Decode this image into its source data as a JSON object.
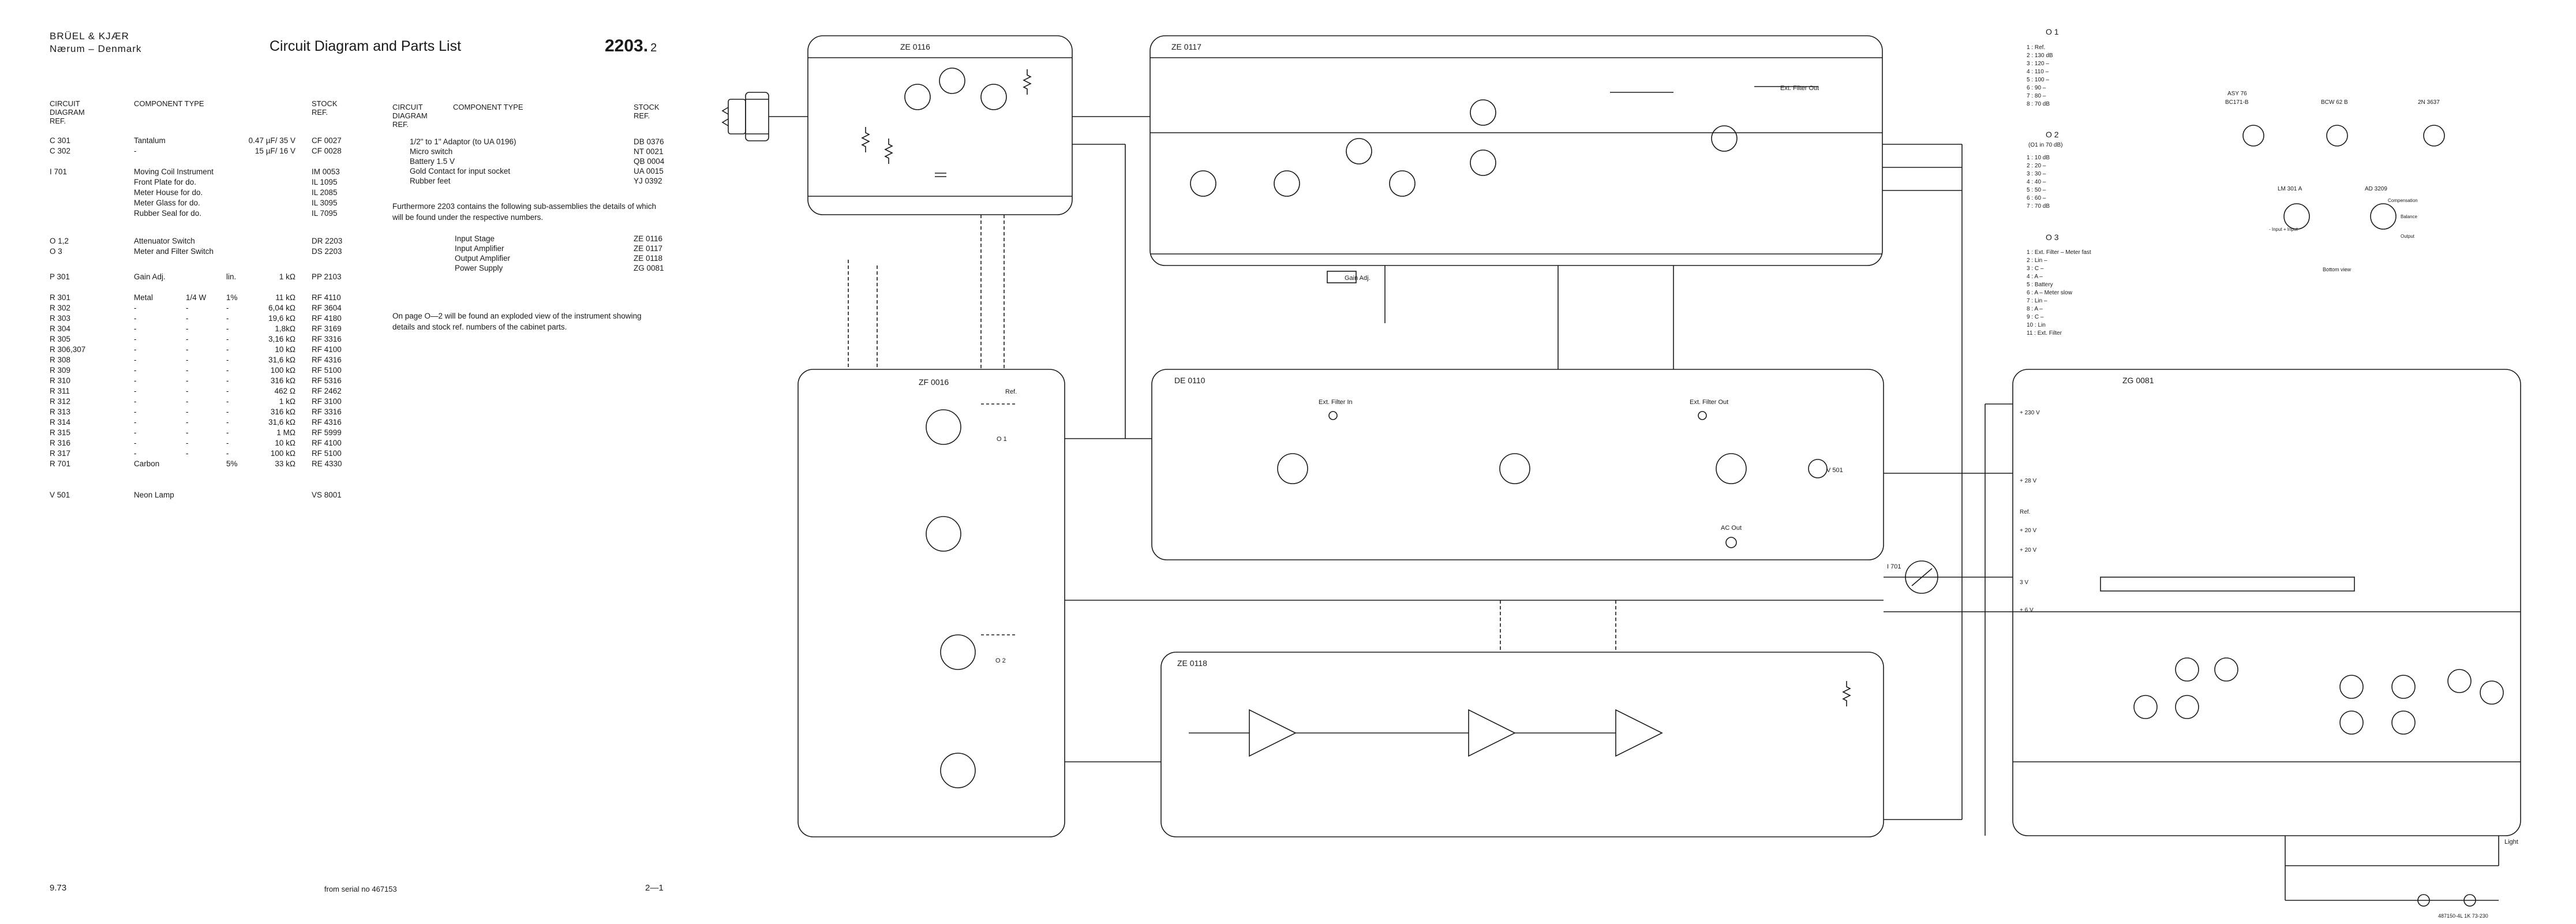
{
  "header": {
    "brand_line1": "BRÜEL & KJÆR",
    "brand_line2": "Nærum – Denmark",
    "title": "Circuit Diagram and Parts List",
    "doc_no": "2203.",
    "doc_sub": "2"
  },
  "table_left": {
    "col_ref": [
      "CIRCUIT",
      "DIAGRAM",
      "REF."
    ],
    "col_type": "COMPONENT TYPE",
    "col_stock": [
      "STOCK",
      "REF."
    ],
    "rows": [
      {
        "ref": "C 301",
        "type": "Tantalum",
        "a": "",
        "b": "",
        "val": "0.47 µF/ 35 V",
        "stock": "CF 0027"
      },
      {
        "ref": "C 302",
        "type": "-",
        "a": "",
        "b": "",
        "val": "15 µF/ 16 V",
        "stock": "CF 0028"
      },
      {
        "ref": "I 701",
        "type": "Moving Coil Instrument",
        "a": "",
        "b": "",
        "val": "",
        "stock": "IM 0053"
      },
      {
        "ref": "",
        "type": "Front Plate for do.",
        "a": "",
        "b": "",
        "val": "",
        "stock": "IL 1095"
      },
      {
        "ref": "",
        "type": "Meter House for do.",
        "a": "",
        "b": "",
        "val": "",
        "stock": "IL 2085"
      },
      {
        "ref": "",
        "type": "Meter Glass for do.",
        "a": "",
        "b": "",
        "val": "",
        "stock": "IL 3095"
      },
      {
        "ref": "",
        "type": "Rubber Seal for do.",
        "a": "",
        "b": "",
        "val": "",
        "stock": "IL 7095"
      },
      {
        "ref": "O 1,2",
        "type": "Attenuator Switch",
        "a": "",
        "b": "",
        "val": "",
        "stock": "DR 2203"
      },
      {
        "ref": "O 3",
        "type": "Meter and Filter Switch",
        "a": "",
        "b": "",
        "val": "",
        "stock": "DS 2203"
      },
      {
        "ref": "P 301",
        "type": "Gain Adj.",
        "a": "",
        "b": "lin.",
        "val": "1 kΩ",
        "stock": "PP 2103"
      },
      {
        "ref": "R 301",
        "type": "Metal",
        "a": "1/4 W",
        "b": "1%",
        "val": "11 kΩ",
        "stock": "RF 4110"
      },
      {
        "ref": "R 302",
        "type": "-",
        "a": "-",
        "b": "-",
        "val": "6,04 kΩ",
        "stock": "RF 3604"
      },
      {
        "ref": "R 303",
        "type": "-",
        "a": "-",
        "b": "-",
        "val": "19,6 kΩ",
        "stock": "RF 4180"
      },
      {
        "ref": "R 304",
        "type": "-",
        "a": "-",
        "b": "-",
        "val": "1,8kΩ",
        "stock": "RF 3169"
      },
      {
        "ref": "R 305",
        "type": "-",
        "a": "-",
        "b": "-",
        "val": "3,16 kΩ",
        "stock": "RF 3316"
      },
      {
        "ref": "R 306,307",
        "type": "-",
        "a": "-",
        "b": "-",
        "val": "10 kΩ",
        "stock": "RF 4100"
      },
      {
        "ref": "R 308",
        "type": "-",
        "a": "-",
        "b": "-",
        "val": "31,6 kΩ",
        "stock": "RF 4316"
      },
      {
        "ref": "R 309",
        "type": "-",
        "a": "-",
        "b": "-",
        "val": "100 kΩ",
        "stock": "RF 5100"
      },
      {
        "ref": "R 310",
        "type": "-",
        "a": "-",
        "b": "-",
        "val": "316 kΩ",
        "stock": "RF 5316"
      },
      {
        "ref": "R 311",
        "type": "-",
        "a": "-",
        "b": "-",
        "val": "462 Ω",
        "stock": "RF 2462"
      },
      {
        "ref": "R 312",
        "type": "-",
        "a": "-",
        "b": "-",
        "val": "1 kΩ",
        "stock": "RF 3100"
      },
      {
        "ref": "R 313",
        "type": "-",
        "a": "-",
        "b": "-",
        "val": "316 kΩ",
        "stock": "RF 3316"
      },
      {
        "ref": "R 314",
        "type": "-",
        "a": "-",
        "b": "-",
        "val": "31,6 kΩ",
        "stock": "RF 4316"
      },
      {
        "ref": "R 315",
        "type": "-",
        "a": "-",
        "b": "-",
        "val": "1 MΩ",
        "stock": "RF 5999"
      },
      {
        "ref": "R 316",
        "type": "-",
        "a": "-",
        "b": "-",
        "val": "10 kΩ",
        "stock": "RF 4100"
      },
      {
        "ref": "R 317",
        "type": "-",
        "a": "-",
        "b": "-",
        "val": "100 kΩ",
        "stock": "RF 5100"
      },
      {
        "ref": "R 701",
        "type": "Carbon",
        "a": "",
        "b": "5%",
        "val": "33 kΩ",
        "stock": "RE 4330"
      },
      {
        "ref": "V 501",
        "type": "Neon Lamp",
        "a": "",
        "b": "",
        "val": "",
        "stock": "VS 8001"
      }
    ]
  },
  "table_right": {
    "col_ref": [
      "CIRCUIT",
      "DIAGRAM",
      "REF."
    ],
    "col_type": "COMPONENT TYPE",
    "col_stock": [
      "STOCK",
      "REF."
    ],
    "rows": [
      {
        "type": "1/2\" to 1\" Adaptor (to UA 0196)",
        "stock": "DB 0376"
      },
      {
        "type": "Micro switch",
        "stock": "NT 0021"
      },
      {
        "type": "Battery 1.5 V",
        "stock": "QB 0004"
      },
      {
        "type": "Gold Contact for input socket",
        "stock": "UA 0015"
      },
      {
        "type": "Rubber feet",
        "stock": "YJ 0392"
      }
    ],
    "note1": "Furthermore 2203 contains the following sub-assemblies the details of which will be found under the respective numbers.",
    "subassemblies": [
      {
        "name": "Input Stage",
        "ref": "ZE 0116"
      },
      {
        "name": "Input Amplifier",
        "ref": "ZE 0117"
      },
      {
        "name": "Output Amplifier",
        "ref": "ZE 0118"
      },
      {
        "name": "Power Supply",
        "ref": "ZG 0081"
      }
    ],
    "note2": "On page O—2 will be found an exploded view of the instrument showing details and stock ref. numbers of the cabinet parts."
  },
  "footer": {
    "date": "9.73",
    "serial": "from serial no 467153",
    "page": "2—1",
    "print_code": "487150-4L 1K 73-230"
  },
  "boards": {
    "ze0116": "ZE 0116",
    "ze0117": "ZE 0117",
    "zf0016": "ZF 0016",
    "de0110": "DE 0110",
    "ze0118": "ZE 0118",
    "zg0081": "ZG 0081"
  },
  "labels": {
    "ext_filter_out": "Ext. Filter Out",
    "ext_filter_in": "Ext. Filter In",
    "ext_filter_out2": "Ext. Filter Out",
    "ac_out": "AC Out",
    "gain_adj": "Gain Adj.",
    "ref": "Ref.",
    "o1": "O 1",
    "o2": "O 2",
    "o3": "O 3",
    "i701": "I 701",
    "light": "Light",
    "bottom_view": "Bottom view",
    "v501": "V 501"
  },
  "switch_tables": {
    "o1_title": "O 1",
    "o1": [
      "1 : Ref.",
      "2 : 130 dB",
      "3 : 120 –",
      "4 : 110 –",
      "5 : 100 –",
      "6 : 90 –",
      "7 : 80 –",
      "8 : 70 dB"
    ],
    "o2_title": "O 2",
    "o2_sub": "(O1 in 70 dB)",
    "o2": [
      "1 : 10 dB",
      "2 : 20 –",
      "3 : 30 –",
      "4 : 40 –",
      "5 : 50 –",
      "6 : 60 –",
      "7 : 70 dB"
    ],
    "o3_title": "O 3",
    "o3": [
      "1 : Ext. Filter – Meter fast",
      "2 : Lin    –",
      "3 : C      –",
      "4 : A      –",
      "5 : Battery",
      "6 : A      – Meter slow",
      "7 : Lin    –",
      "8 : A      –",
      "9 : C      –",
      "10 : Lin",
      "11 : Ext. Filter"
    ]
  },
  "packages": {
    "asy76": "ASY 76",
    "bc": "BC171-B",
    "bcw": "BCW 62 B",
    "bcw2": "2N 3637",
    "lm301": "LM 301 A",
    "ad3209": "AD 3209",
    "compensation": "Compensation",
    "balance": "Balance",
    "output": "Output",
    "in_pins": "- Input  + Input"
  },
  "zg_rails": [
    "+ 230 V",
    "+ 28 V",
    "Ref.",
    "+ 20 V",
    "+ 20 V",
    "3 V",
    "+ 6 V"
  ],
  "colors": {
    "ink": "#1a1a1a",
    "paper": "#ffffff"
  }
}
